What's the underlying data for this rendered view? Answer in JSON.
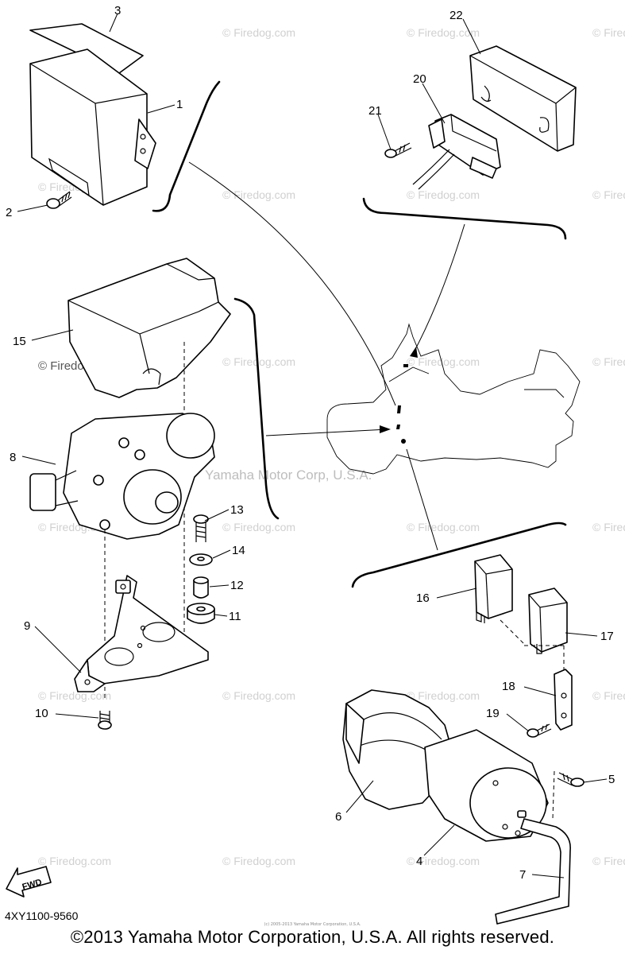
{
  "diagram": {
    "part_code": "4XY1100-9560",
    "copyright": "©2013 Yamaha Motor Corporation, U.S.A. All rights reserved.",
    "small_credit": "(c) 2005-2013 Yamaha Motor Corporation, U.S.A.",
    "fwd_label": "FWD",
    "center_watermark": "Yamaha Motor Corp, U.S.A.",
    "watermark_text": "© Firedog.com",
    "labels": {
      "p1": "1",
      "p2": "2",
      "p3": "3",
      "p4": "4",
      "p5": "5",
      "p6": "6",
      "p7": "7",
      "p8": "8",
      "p9": "9",
      "p10": "10",
      "p11": "11",
      "p12": "12",
      "p13": "13",
      "p14": "14",
      "p15": "15",
      "p16": "16",
      "p17": "17",
      "p18": "18",
      "p19": "19",
      "p20": "20",
      "p21": "21",
      "p22": "22"
    }
  }
}
